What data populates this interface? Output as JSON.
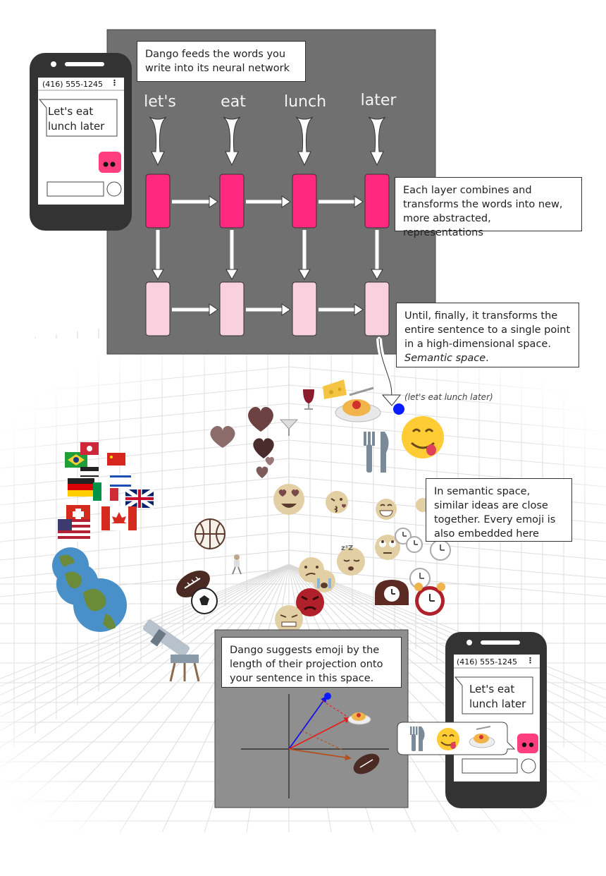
{
  "top_phone": {
    "number": "(416) 555-1245",
    "menu_icon": "vertical-dots-icon",
    "message": "Let's eat lunch later",
    "message_lines": [
      "Let's eat",
      "lunch later"
    ]
  },
  "network": {
    "intro": "Dango feeds the words you write into its neural network",
    "words": [
      "let's",
      "eat",
      "lunch",
      "later"
    ],
    "layer_note": "Each layer combines and transforms the words into new, more abstracted, representations",
    "final_note": "Until, finally, it transforms the entire sentence to a single point in a high-dimensional space.",
    "final_note_emphasis": "Semantic space",
    "top_layer_color": "#ff2a7f",
    "bottom_layer_color": "#f8d0de"
  },
  "semantic_space": {
    "point_label": "(let's eat lunch later)",
    "point_color": "#0a1bff",
    "note": "In semantic space, similar ideas are close together. Every emoji is also embedded here",
    "emoji_names": [
      "wine-glass-icon",
      "cheese-icon",
      "spaghetti-icon",
      "fork-knife-icon",
      "yum-face-icon",
      "cocktail-icon",
      "hearts-icon",
      "flags-icon",
      "globes-icon",
      "heart-eyes-icon",
      "kiss-face-icon",
      "grin-face-icon",
      "clock-icon",
      "basketball-icon",
      "football-icon",
      "soccer-icon",
      "sleeping-face-icon",
      "angry-face-icon",
      "alarm-clock-icon",
      "telescope-icon"
    ]
  },
  "projection": {
    "note": "Dango suggests emoji by the length of their projection onto your sentence in this space.",
    "vector_colors": {
      "sentence": "#1414e6",
      "food": "#e61e1e",
      "ball": "#b4501e"
    }
  },
  "bottom_phone": {
    "number": "(416) 555-1245",
    "message_lines": [
      "Let's eat",
      "lunch later"
    ],
    "suggestions": [
      "fork-knife-icon",
      "yum-face-icon",
      "spaghetti-icon"
    ]
  }
}
